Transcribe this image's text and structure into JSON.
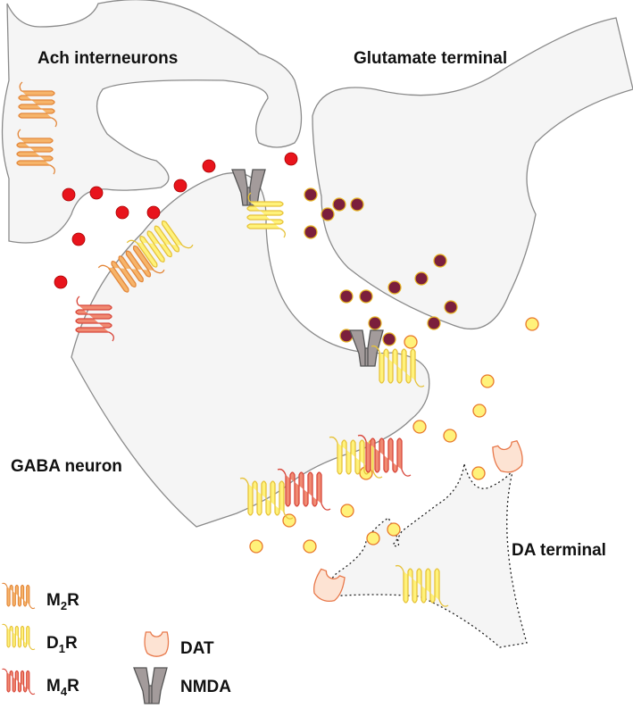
{
  "labels": {
    "ach": "Ach  interneurons",
    "glutamate": "Glutamate terminal",
    "gaba": "GABA neuron",
    "da": "DA terminal"
  },
  "legend": {
    "m2": {
      "main": "M",
      "sub": "2",
      "suffix": "R"
    },
    "d1": {
      "main": "D",
      "sub": "1",
      "suffix": "R"
    },
    "m4": {
      "main": "M",
      "sub": "4",
      "suffix": "R"
    },
    "dat": "DAT",
    "nmda": "NMDA"
  },
  "colors": {
    "m2_fill": "#f6b46a",
    "m2_stroke": "#e3873a",
    "d1_fill": "#fff27a",
    "d1_stroke": "#e6c23a",
    "m4_fill": "#f08a72",
    "m4_stroke": "#d8463a",
    "dat_fill": "#fde3d3",
    "dat_stroke": "#e8784a",
    "nmda_fill": "#a39b9b",
    "nmda_stroke": "#555555",
    "ach_dot": "#e8141c",
    "glu_dot": "#7b1f3c",
    "da_dot": "#fff27a",
    "cell_fill": "#f5f5f5",
    "cell_stroke": "#8a8a8a"
  }
}
